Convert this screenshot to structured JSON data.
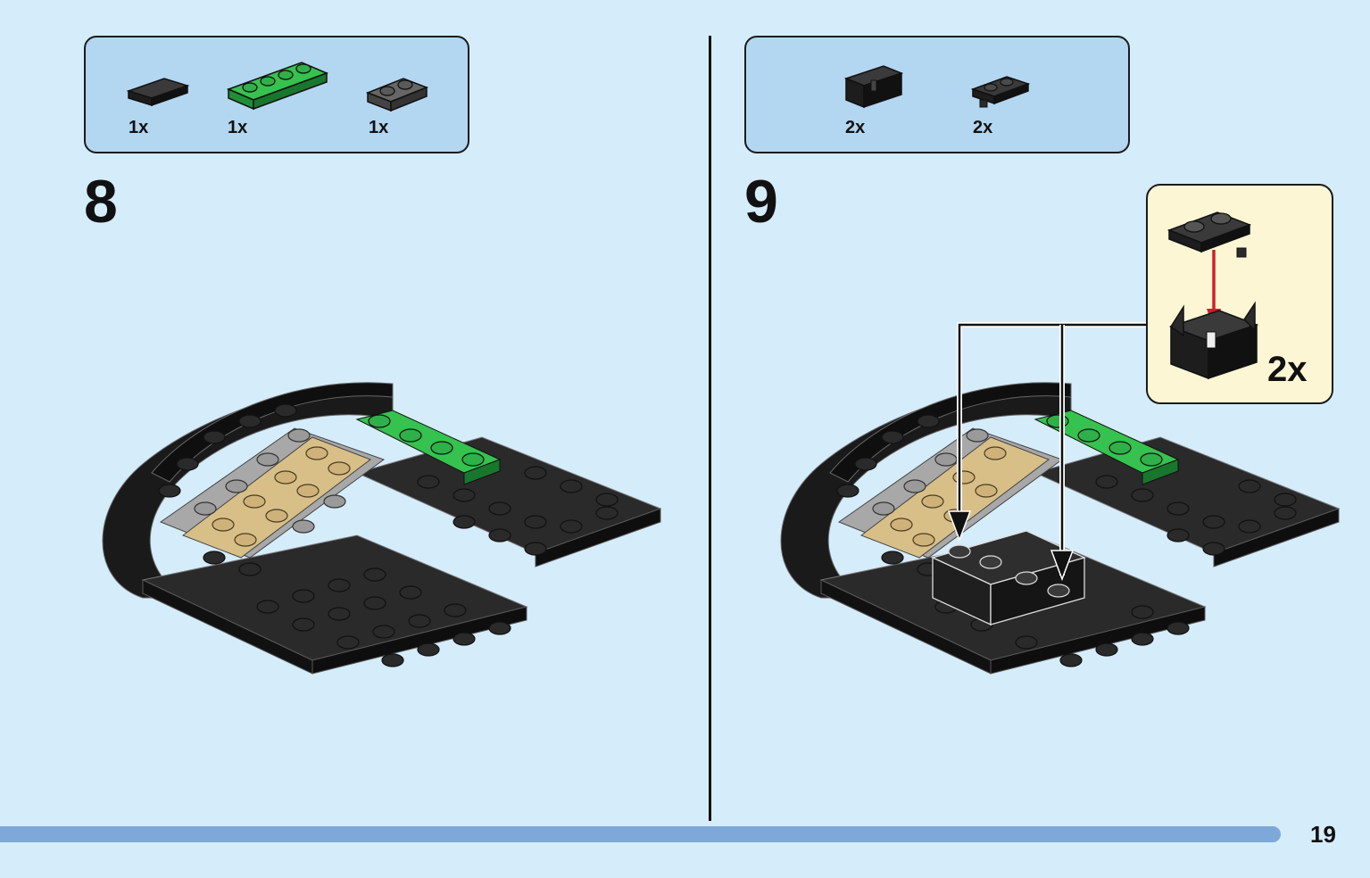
{
  "step8": {
    "number": "8",
    "parts": [
      {
        "icon": "black-tile-1x2-icon",
        "qty": "1x",
        "color": "#2a2a2a"
      },
      {
        "icon": "green-plate-1x4-icon",
        "qty": "1x",
        "color": "#2db54a"
      },
      {
        "icon": "dark-gray-plate-1x2-icon",
        "qty": "1x",
        "color": "#5a5a5a"
      }
    ]
  },
  "step9": {
    "number": "9",
    "parts": [
      {
        "icon": "black-hinge-base-icon",
        "qty": "2x",
        "color": "#2a2a2a"
      },
      {
        "icon": "black-hinge-plate-icon",
        "qty": "2x",
        "color": "#2a2a2a"
      }
    ],
    "callout": {
      "qty": "2x"
    }
  },
  "page": {
    "number": "19"
  },
  "colors": {
    "background": "#d5ecfb",
    "parts_box": "#b3d6f1",
    "callout_box": "#fdf6d4",
    "progress_bar": "#7ea8d8",
    "tan": "#d9c08a",
    "light_gray": "#a9a9a9",
    "arrow_red": "#d0202a"
  }
}
